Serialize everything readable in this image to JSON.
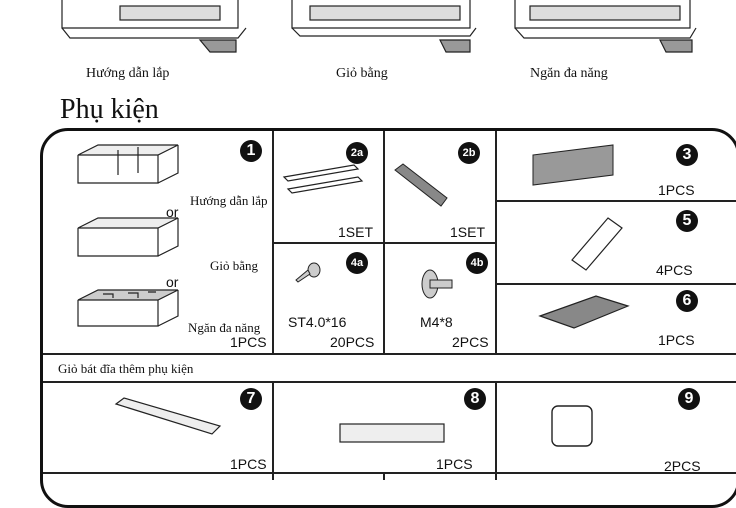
{
  "top_captions": [
    "Hướng dẫn lắp",
    "Giỏ bằng",
    "Ngăn đa năng"
  ],
  "section_title": "Phụ kiện",
  "left_column": {
    "badge": "1",
    "labels": [
      "Hướng dẫn lắp",
      "Giỏ bằng",
      "Ngăn đa năng"
    ],
    "or_text": "or",
    "qty": "1PCS"
  },
  "parts": {
    "p2a": {
      "badge": "2a",
      "qty": "1SET"
    },
    "p2b": {
      "badge": "2b",
      "qty": "1SET"
    },
    "p3": {
      "badge": "3",
      "qty": "1PCS"
    },
    "p4a": {
      "badge": "4a",
      "spec": "ST4.0*16",
      "qty": "20PCS"
    },
    "p4b": {
      "badge": "4b",
      "spec": "M4*8",
      "qty": "2PCS"
    },
    "p5": {
      "badge": "5",
      "qty": "4PCS"
    },
    "p6": {
      "badge": "6",
      "qty": "1PCS"
    },
    "p7": {
      "badge": "7",
      "qty": "1PCS"
    },
    "p8": {
      "badge": "8",
      "qty": "1PCS"
    },
    "p9": {
      "badge": "9",
      "qty": "2PCS"
    }
  },
  "extra_row_label": "Giỏ bát đĩa thêm phụ kiện"
}
